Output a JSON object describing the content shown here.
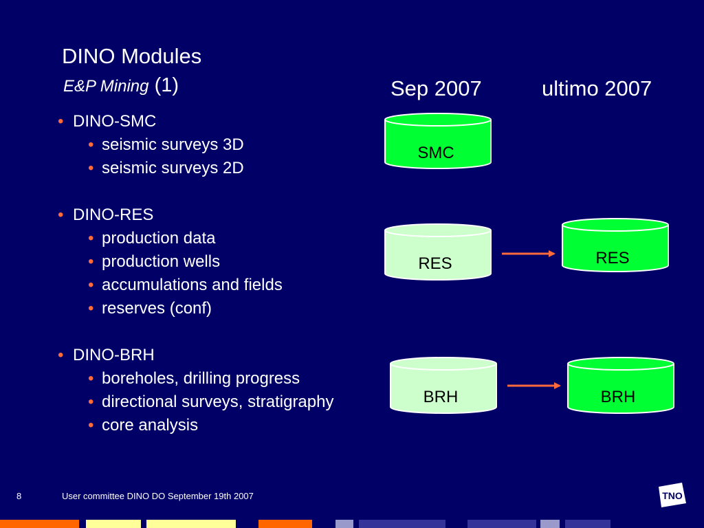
{
  "slide": {
    "title": "DINO Modules",
    "subtitle_italic": "E&P Mining",
    "subtitle_rest": "(1)",
    "column_heads": [
      "Sep 2007",
      "ultimo 2007"
    ],
    "sections": [
      {
        "heading": "DINO-SMC",
        "items": [
          "seismic surveys 3D",
          "seismic surveys 2D"
        ]
      },
      {
        "heading": "DINO-RES",
        "items": [
          "production data",
          "production wells",
          "accumulations and fields",
          "reserves (conf)"
        ]
      },
      {
        "heading": "DINO-BRH",
        "items": [
          "boreholes, drilling progress",
          "directional surveys, stratigraphy",
          "core analysis"
        ]
      }
    ],
    "databases": {
      "smc_sep": "SMC",
      "res_sep": "RES",
      "res_ult": "RES",
      "brh_sep": "BRH",
      "brh_ult": "BRH"
    },
    "footer": {
      "page_number": "8",
      "text": "User committee DINO DO September 19th 2007"
    },
    "logo_text": "TNO",
    "colors": {
      "background": "#000066",
      "bullet": "#ff6a3d",
      "db_bright": "#00ff33",
      "db_pale": "#ccffcc",
      "arrow": "#ff6a3d"
    }
  }
}
